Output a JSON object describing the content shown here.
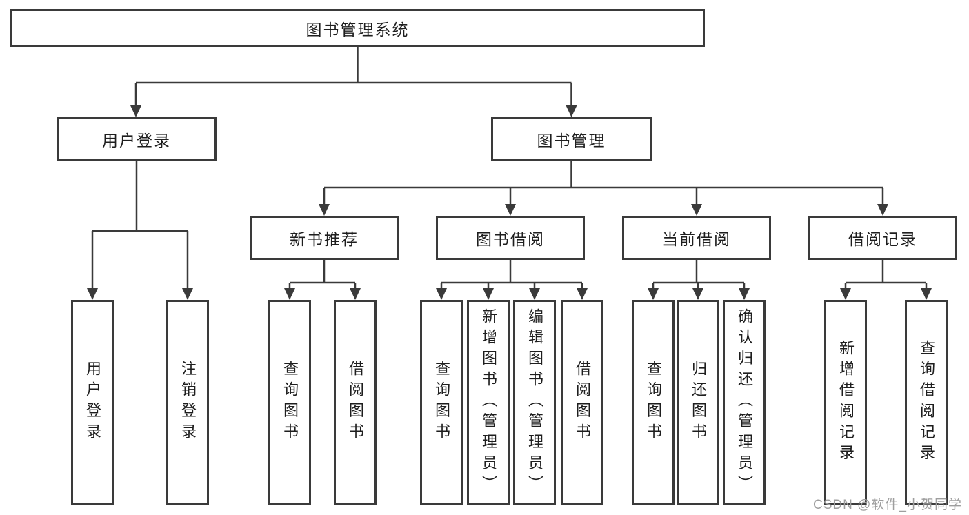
{
  "diagram": {
    "root": {
      "label": "图书管理系统"
    },
    "branches": [
      {
        "label": "用户登录",
        "children": [
          {
            "label": "用户登录"
          },
          {
            "label": "注销登录"
          }
        ]
      },
      {
        "label": "图书管理",
        "children": [
          {
            "label": "新书推荐",
            "children": [
              {
                "label": "查询图书"
              },
              {
                "label": "借阅图书"
              }
            ]
          },
          {
            "label": "图书借阅",
            "children": [
              {
                "label": "查询图书"
              },
              {
                "label": "新增图书（管理员）"
              },
              {
                "label": "编辑图书（管理员）"
              },
              {
                "label": "借阅图书"
              }
            ]
          },
          {
            "label": "当前借阅",
            "children": [
              {
                "label": "查询图书"
              },
              {
                "label": "归还图书"
              },
              {
                "label": "确认归还（管理员）"
              }
            ]
          },
          {
            "label": "借阅记录",
            "children": [
              {
                "label": "新增借阅记录"
              },
              {
                "label": "查询借阅记录"
              }
            ]
          }
        ]
      }
    ]
  },
  "watermark": "CSDN @软件_小贺同学",
  "colors": {
    "line": "#3a3a3a",
    "text": "#1e1e1e",
    "watermark": "#9e9e9e",
    "background": "#ffffff"
  }
}
